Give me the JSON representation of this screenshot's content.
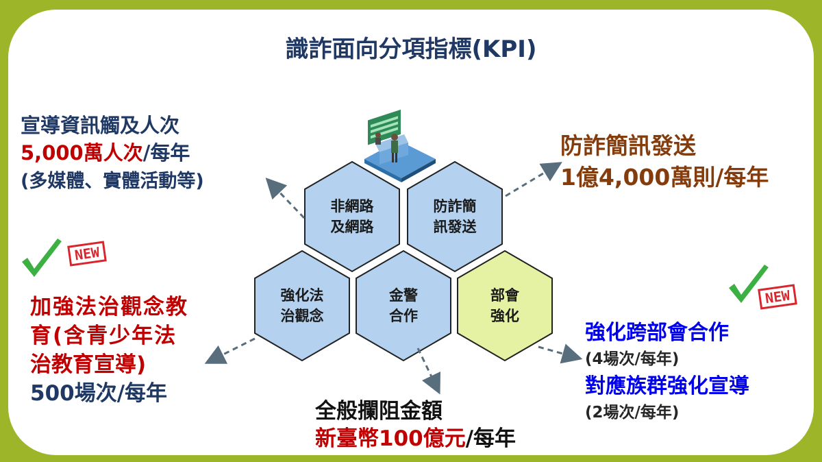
{
  "title": "識詐面向分項指標(KPI)",
  "hexagons": [
    {
      "line1": "非網路",
      "line2": "及網路",
      "fill": "#b4d2ef"
    },
    {
      "line1": "防詐簡",
      "line2": "訊發送",
      "fill": "#b4d2ef"
    },
    {
      "line1": "強化法",
      "line2": "治觀念",
      "fill": "#b4d2ef"
    },
    {
      "line1": "金警",
      "line2": "合作",
      "fill": "#b4d2ef"
    },
    {
      "line1": "部會",
      "line2": "強化",
      "fill": "#e6f2a3"
    }
  ],
  "kpi_awareness": {
    "heading": "宣導資訊觸及人次",
    "value": "5,000萬人次",
    "unit": "/每年",
    "note": "(多媒體、實體活動等)"
  },
  "kpi_sms": {
    "heading": "防詐簡訊發送",
    "value": "1億4,000萬則/每年"
  },
  "kpi_legal": {
    "badge": "NEW",
    "line1": "加強法治觀念教",
    "line2": "育(含青少年法",
    "line3": "治教育宣導)",
    "value": "500場次/每年"
  },
  "kpi_block": {
    "heading": "全般攔阻金額",
    "value": "新臺幣100億元",
    "unit": "/每年"
  },
  "kpi_ministry": {
    "badge": "NEW",
    "line1": "強化跨部會合作",
    "line1_note": "(4場次/每年)",
    "line2": "對應族群強化宣導",
    "line2_note": "(2場次/每年)"
  },
  "colors": {
    "background": "#9cb529",
    "title": "#1f3864",
    "emphasis_red": "#c00000",
    "sms_brown": "#843c0c",
    "ministry_blue": "#0000ee",
    "check_green": "#3cb043",
    "badge_red": "#d9262e"
  },
  "icons": [
    "bank-counter-illustration-icon",
    "green-check-icon",
    "new-badge-icon"
  ]
}
